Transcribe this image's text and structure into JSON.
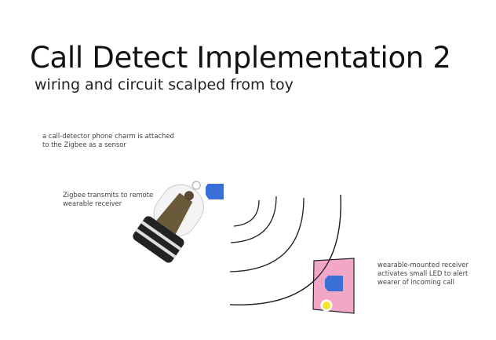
{
  "slide": {
    "title": "Call Detect Implementation 2",
    "subtitle": "wiring and circuit scalped from toy"
  },
  "notes": {
    "charm": "a call-detector phone charm is attached\nto the Zigbee as a sensor",
    "transmit": "Zigbee transmits to remote\nwearable receiver",
    "receiver": "wearable-mounted receiver\nactivates small LED to alert\nwearer of incoming call"
  },
  "colors": {
    "zigbee_blue": "#3a6fd8",
    "receiver_pink": "#f2a7c6",
    "led_yellow": "#f5e52a"
  }
}
